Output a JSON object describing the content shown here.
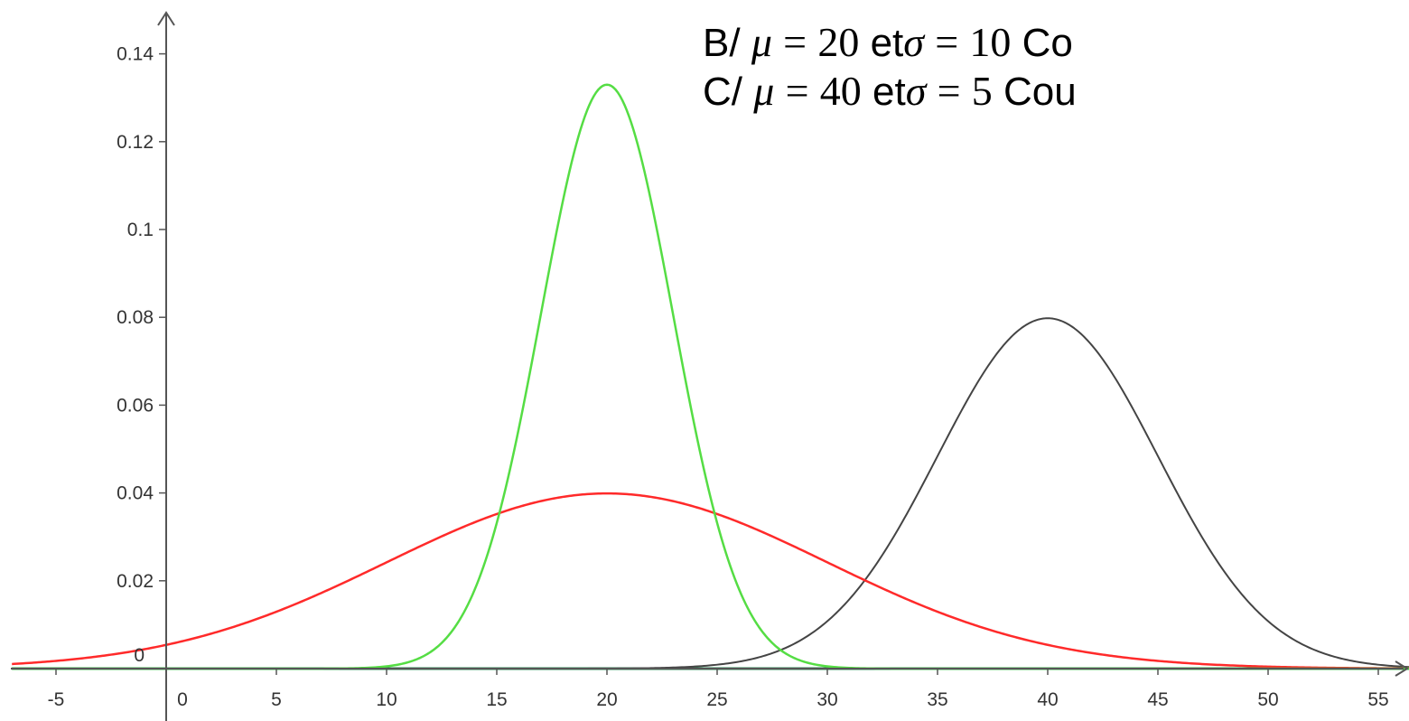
{
  "chart_data": {
    "type": "line",
    "title": "",
    "xlabel": "",
    "ylabel": "",
    "xlim": [
      -7,
      57
    ],
    "ylim": [
      0,
      0.145
    ],
    "x_ticks": [
      -5,
      0,
      5,
      10,
      15,
      20,
      25,
      30,
      35,
      40,
      45,
      50,
      55
    ],
    "x_tick_labels": [
      "-5",
      "0",
      "5",
      "10",
      "15",
      "20",
      "25",
      "30",
      "35",
      "40",
      "45",
      "50",
      "55"
    ],
    "y_ticks": [
      0,
      0.02,
      0.04,
      0.06,
      0.08,
      0.1,
      0.12,
      0.14
    ],
    "y_tick_labels": [
      "0",
      "0.02",
      "0.04",
      "0.06",
      "0.08",
      "0.1",
      "0.12",
      "0.14"
    ],
    "grid": false,
    "legend": "none",
    "series": [
      {
        "kind": "normal_density",
        "mu": 20,
        "sigma": 10,
        "color": "#ff2a2a"
      },
      {
        "kind": "normal_density",
        "mu": 20,
        "sigma": 3,
        "color": "#55dd44"
      },
      {
        "kind": "normal_density",
        "mu": 40,
        "sigma": 5,
        "color": "#444444"
      }
    ],
    "annotations": [
      {
        "prefix": "B/",
        "mu_symbol": "μ",
        "equals": "=",
        "mu_value": "20",
        "conj": "et",
        "sigma_symbol": "σ",
        "sigma_value": "10",
        "suffix": "Co"
      },
      {
        "prefix": "C/",
        "mu_symbol": "μ",
        "equals": "=",
        "mu_value": "40",
        "conj": "et",
        "sigma_symbol": "σ",
        "sigma_value": "5",
        "suffix": "Cou"
      }
    ]
  },
  "axis_color": "#555555",
  "baseline_color": "#2e8b57"
}
